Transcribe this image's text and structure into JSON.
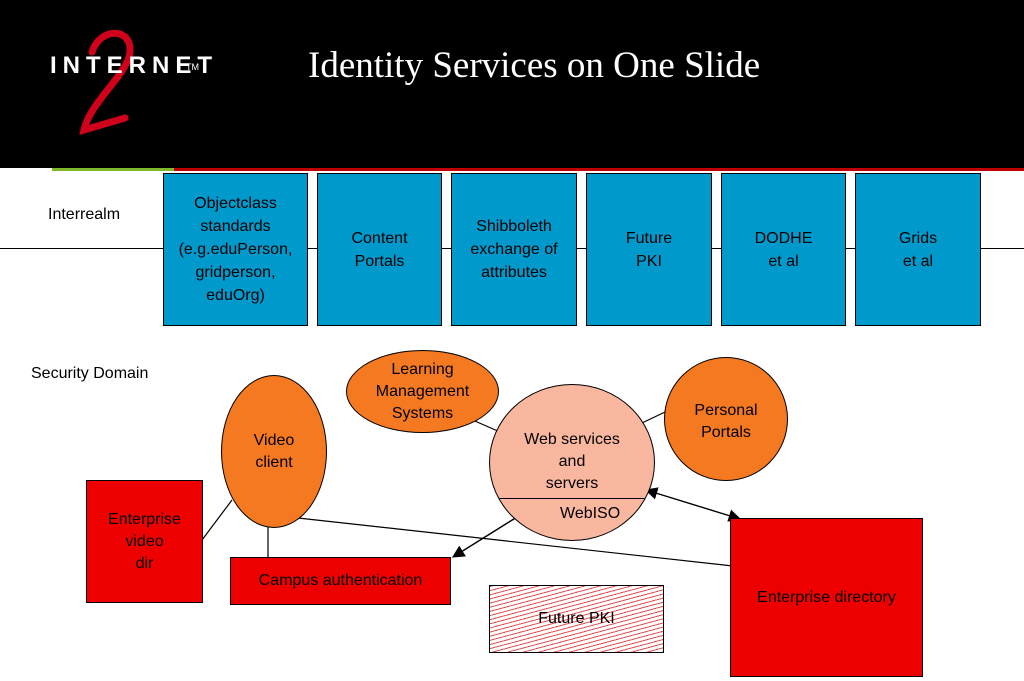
{
  "slide": {
    "title": "Identity Services on One Slide",
    "logo_text": "INTERNET",
    "logo_tm": "TM"
  },
  "labels": {
    "interrealm": "Interrealm",
    "security_domain": "Security Domain"
  },
  "interrealm_boxes": [
    "Objectclass\nstandards\n(e.g.eduPerson,\ngridperson,\neduOrg)",
    "Content\nPortals",
    "Shibboleth\nexchange of\nattributes",
    "Future\nPKI",
    "DODHE\net al",
    "Grids\net al"
  ],
  "nodes": {
    "learning_management": "Learning\nManagement\nSystems",
    "video_client": "Video\nclient",
    "web_services": "Web services\nand\nservers",
    "webiso": "WebISO",
    "personal_portals": "Personal\nPortals",
    "enterprise_video_dir": "Enterprise\nvideo\ndir",
    "campus_authentication": "Campus authentication",
    "enterprise_directory": "Enterprise directory",
    "future_pki": "Future PKI"
  },
  "colors": {
    "header_bg": "#000000",
    "blue": "#0099cc",
    "orange": "#f47920",
    "salmon": "#f9b7a0",
    "red": "#ee0000",
    "accent_green": "#7fb82a",
    "accent_red": "#c00000"
  }
}
